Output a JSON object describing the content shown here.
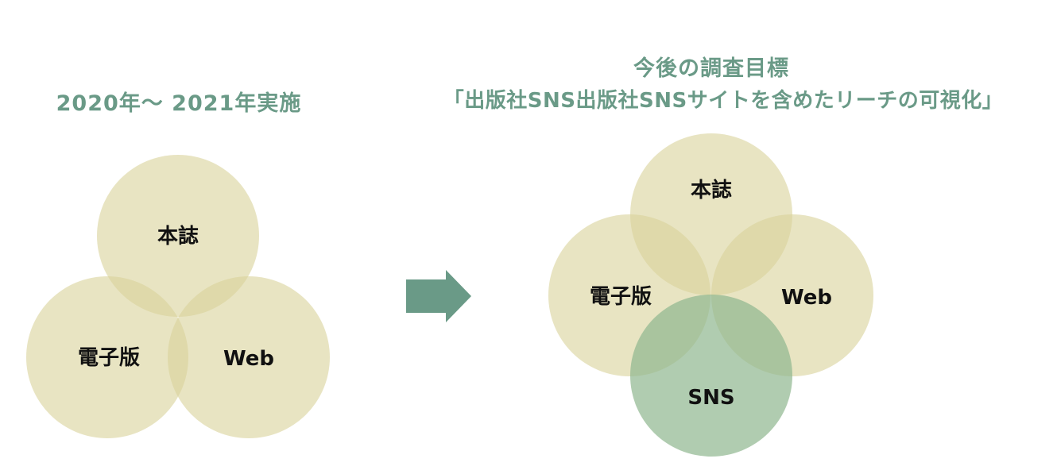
{
  "left": {
    "title": "2020年～ 2021年実施",
    "labels": {
      "honshi": "本誌",
      "denshiban": "電子版",
      "web": "Web"
    }
  },
  "right": {
    "title_line1": "今後の調査目標",
    "title_line2": "「出版社SNS出版社SNSサイトを含めたリーチの可視化」",
    "labels": {
      "honshi": "本誌",
      "denshiban": "電子版",
      "web": "Web",
      "sns": "SNS"
    }
  },
  "colors": {
    "title": "#6a9a87",
    "circle_fill": "#d9d29a",
    "sns_fill": "#8fb78f",
    "arrow": "#6a9a87"
  }
}
